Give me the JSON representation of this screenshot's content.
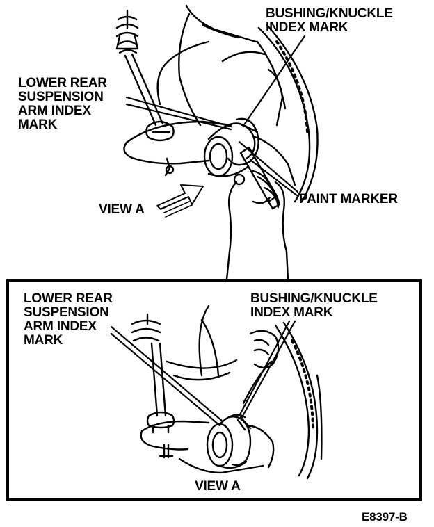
{
  "top_view": {
    "bushing_knuckle_index_mark": [
      "BUSHING/KNUCKLE",
      "INDEX MARK"
    ],
    "lower_rear_suspension_arm_index_mark": [
      "LOWER REAR",
      "SUSPENSION",
      "ARM INDEX",
      "MARK"
    ],
    "paint_marker": "PAINT MARKER",
    "view_a_arrow_label": "VIEW A"
  },
  "detail_view": {
    "lower_rear_suspension_arm_index_mark": [
      "LOWER REAR",
      "SUSPENSION",
      "ARM INDEX",
      "MARK"
    ],
    "bushing_knuckle_index_mark": [
      "BUSHING/KNUCKLE",
      "INDEX MARK"
    ],
    "view_title": "VIEW A"
  },
  "figure_id": "E8397-B"
}
